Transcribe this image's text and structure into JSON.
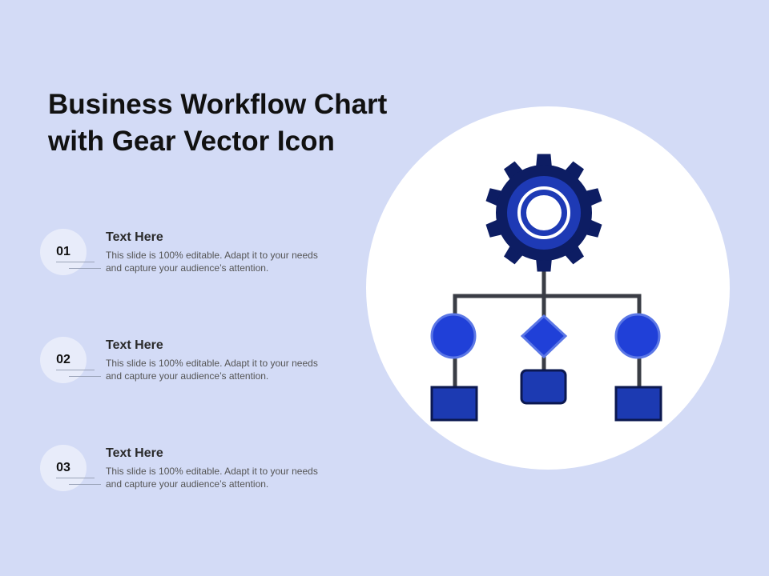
{
  "title": {
    "line1": "Business Workflow Chart",
    "line2": "with Gear Vector Icon"
  },
  "items": [
    {
      "number": "01",
      "heading": "Text Here",
      "desc_line1": "This slide is 100% editable.  Adapt it to your needs",
      "desc_line2": "and capture your audience’s attention."
    },
    {
      "number": "02",
      "heading": "Text Here",
      "desc_line1": "This slide is 100% editable.  Adapt it to your needs",
      "desc_line2": "and capture your audience’s attention."
    },
    {
      "number": "03",
      "heading": "Text Here",
      "desc_line1": "This slide is 100% editable.  Adapt it to your needs",
      "desc_line2": "and capture your audience’s attention."
    }
  ],
  "colors": {
    "background": "#d3dbf6",
    "gear": "#0d1d63",
    "gear_inner": "#1e3ab5",
    "node_fill": "#2040d8",
    "node_stroke": "#5b77e6",
    "square_fill": "#1c3ab2",
    "square_stroke": "#0b1850",
    "connector": "#3a3d45"
  },
  "icons": {
    "gear": "gear-icon",
    "nodes": [
      "circle-node",
      "diamond-node",
      "circle-node"
    ],
    "leaves": [
      "square-node",
      "rounded-square-node",
      "square-node"
    ]
  }
}
